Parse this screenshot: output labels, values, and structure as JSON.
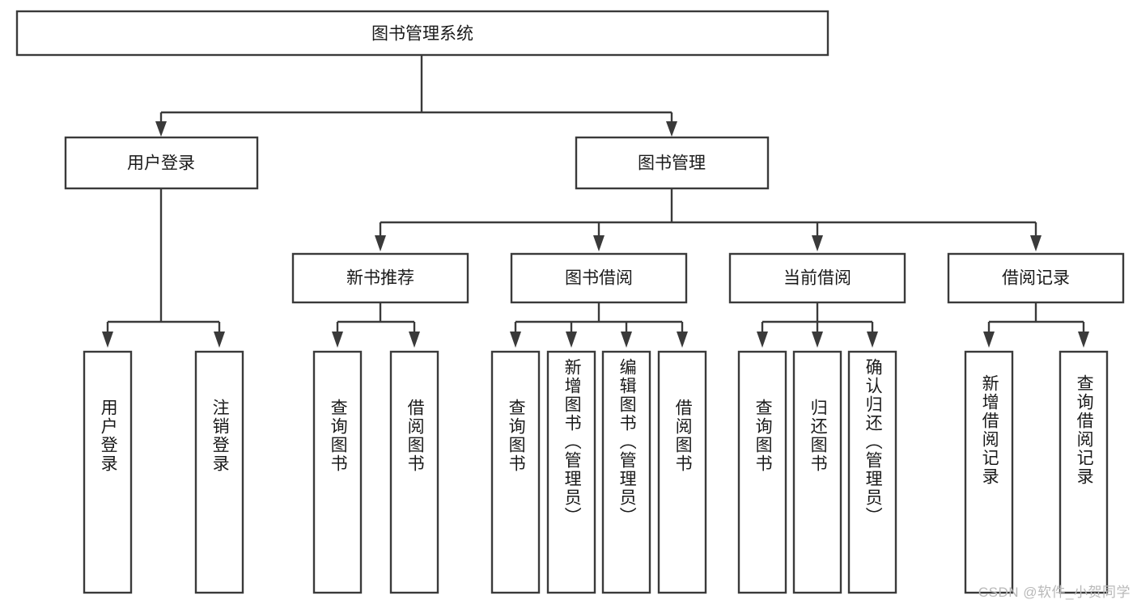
{
  "diagram": {
    "type": "tree",
    "title": "图书管理系统",
    "watermark": "CSDN @软件_小贺同学",
    "colors": {
      "stroke": "#3a3a3a",
      "fill": "#ffffff",
      "text": "#1a1a1a",
      "watermark": "#b9b9b9",
      "background": "#ffffff"
    },
    "root": {
      "label": "图书管理系统"
    },
    "level2": [
      {
        "label": "用户登录"
      },
      {
        "label": "图书管理"
      }
    ],
    "level3": [
      {
        "label": "新书推荐"
      },
      {
        "label": "图书借阅"
      },
      {
        "label": "当前借阅"
      },
      {
        "label": "借阅记录"
      }
    ],
    "leaves": {
      "user_login": [
        {
          "label": "用户登录"
        },
        {
          "label": "注销登录"
        }
      ],
      "new_book_recommend": [
        {
          "label": "查询图书"
        },
        {
          "label": "借阅图书"
        }
      ],
      "book_borrow": [
        {
          "label": "查询图书"
        },
        {
          "label": "新增图书（管理员）"
        },
        {
          "label": "编辑图书（管理员）"
        },
        {
          "label": "借阅图书"
        }
      ],
      "current_borrow": [
        {
          "label": "查询图书"
        },
        {
          "label": "归还图书"
        },
        {
          "label": "确认归还（管理员）"
        }
      ],
      "borrow_record": [
        {
          "label": "新增借阅记录"
        },
        {
          "label": "查询借阅记录"
        }
      ]
    }
  }
}
